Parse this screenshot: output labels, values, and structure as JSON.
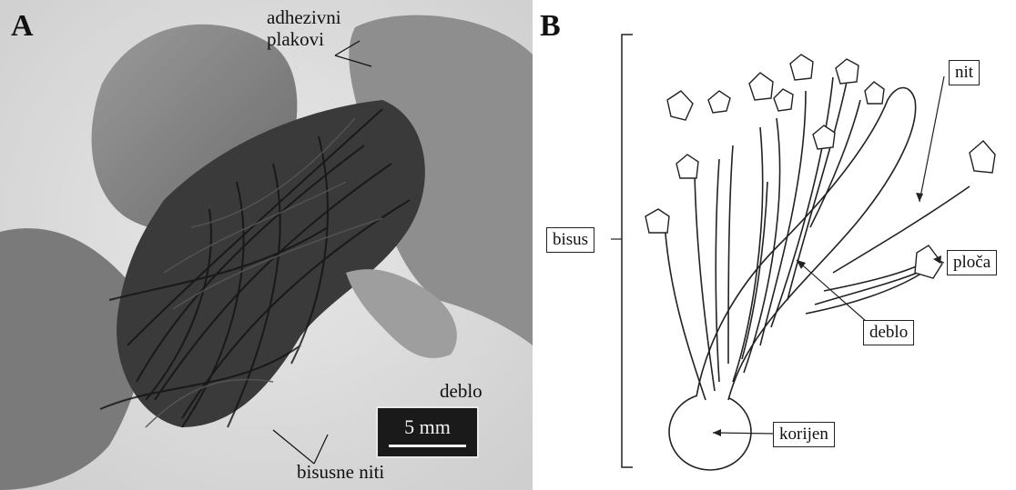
{
  "panel_a": {
    "letter": "A",
    "labels": {
      "adhesive_line1": "adhezivni",
      "adhesive_line2": "plakovi",
      "stem": "deblo",
      "threads": "bisusne niti"
    },
    "scale_bar": "5 mm"
  },
  "panel_b": {
    "letter": "B",
    "labels": {
      "byssus": "bisus",
      "thread": "nit",
      "plaque": "ploča",
      "stem": "deblo",
      "root": "korijen"
    }
  }
}
